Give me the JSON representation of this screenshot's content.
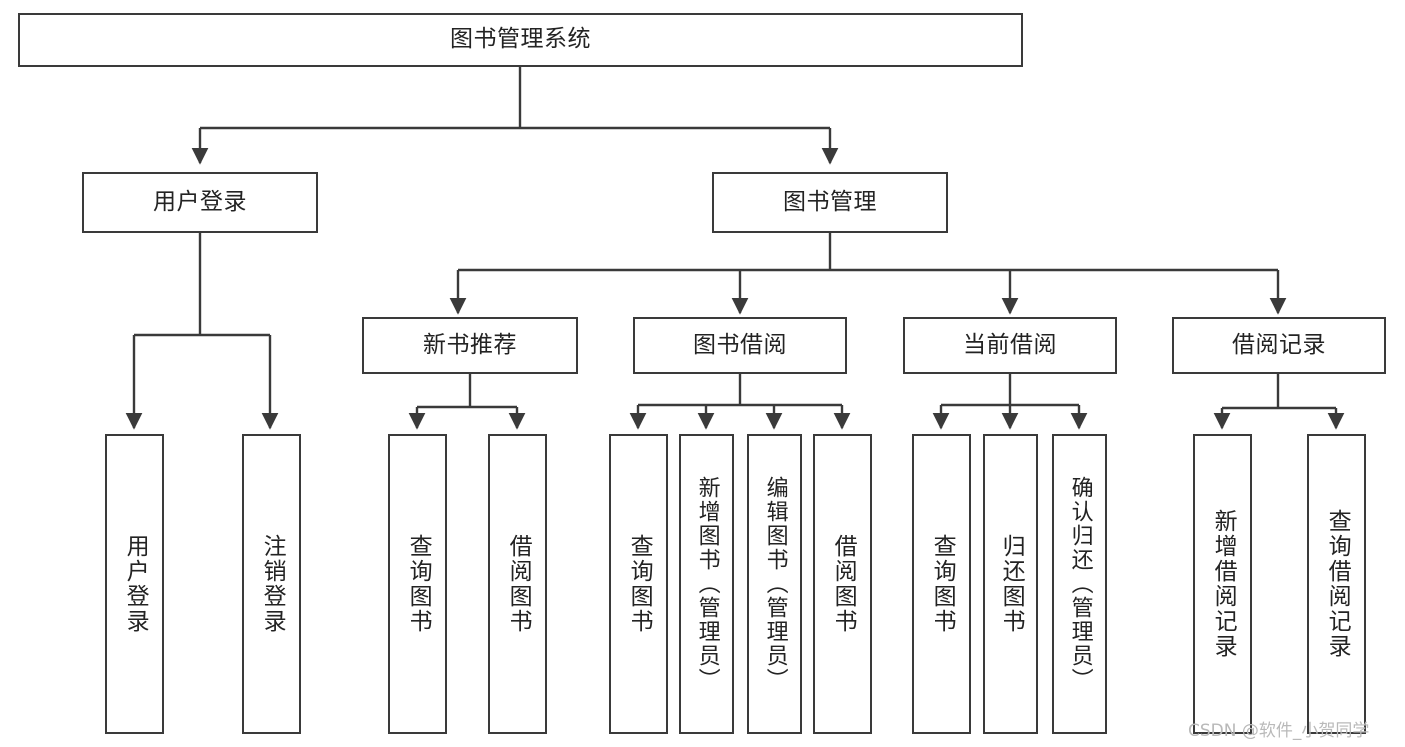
{
  "diagram": {
    "title": "图书管理系统",
    "type": "tree-hierarchy",
    "root": {
      "label": "图书管理系统"
    },
    "level2": [
      {
        "label": "用户登录"
      },
      {
        "label": "图书管理"
      }
    ],
    "level3": [
      {
        "label": "新书推荐"
      },
      {
        "label": "图书借阅"
      },
      {
        "label": "当前借阅"
      },
      {
        "label": "借阅记录"
      }
    ],
    "leaves": {
      "user_login": [
        {
          "label": "用户登录"
        },
        {
          "label": "注销登录"
        }
      ],
      "new_book_recommend": [
        {
          "label": "查询图书"
        },
        {
          "label": "借阅图书"
        }
      ],
      "book_borrow": [
        {
          "label": "查询图书"
        },
        {
          "label": "新增图书（管理员）"
        },
        {
          "label": "编辑图书（管理员）"
        },
        {
          "label": "借阅图书"
        }
      ],
      "current_borrow": [
        {
          "label": "查询图书"
        },
        {
          "label": "归还图书"
        },
        {
          "label": "确认归还（管理员）"
        }
      ],
      "borrow_records": [
        {
          "label": "新增借阅记录"
        },
        {
          "label": "查询借阅记录"
        }
      ]
    }
  },
  "watermark": {
    "text": "CSDN @软件_小贺同学"
  },
  "colors": {
    "border": "#3a3a3a",
    "text": "#232323",
    "background": "#ffffff",
    "watermark": "#b9b9b9"
  }
}
